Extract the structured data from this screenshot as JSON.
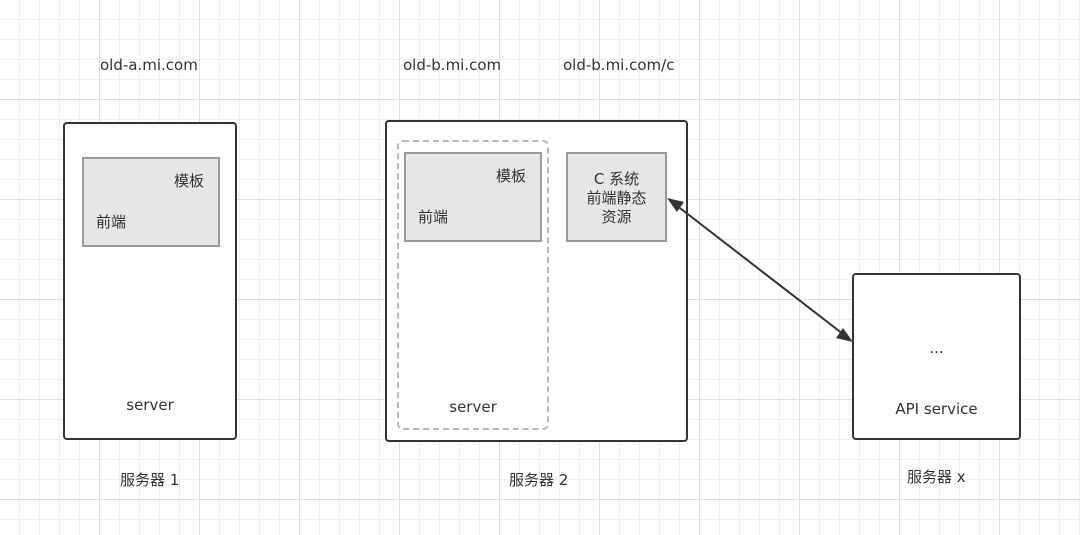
{
  "domains": {
    "a": "old-a.mi.com",
    "b": "old-b.mi.com",
    "c": "old-b.mi.com/c"
  },
  "server1": {
    "caption": "服务器 1",
    "template_label": "模板",
    "frontend_label": "前端",
    "server_label": "server"
  },
  "server2": {
    "caption": "服务器 2",
    "template_label": "模板",
    "frontend_label": "前端",
    "server_label": "server",
    "c_system": {
      "line1": "C 系统",
      "line2": "前端静态",
      "line3": "资源"
    }
  },
  "serverx": {
    "caption": "服务器 x",
    "ellipsis": "...",
    "api_label": "API service"
  },
  "colors": {
    "border": "#333333",
    "inner_fill": "#e6e6e6",
    "inner_border": "#9a9a9a",
    "dashed": "#b8b8b8"
  }
}
